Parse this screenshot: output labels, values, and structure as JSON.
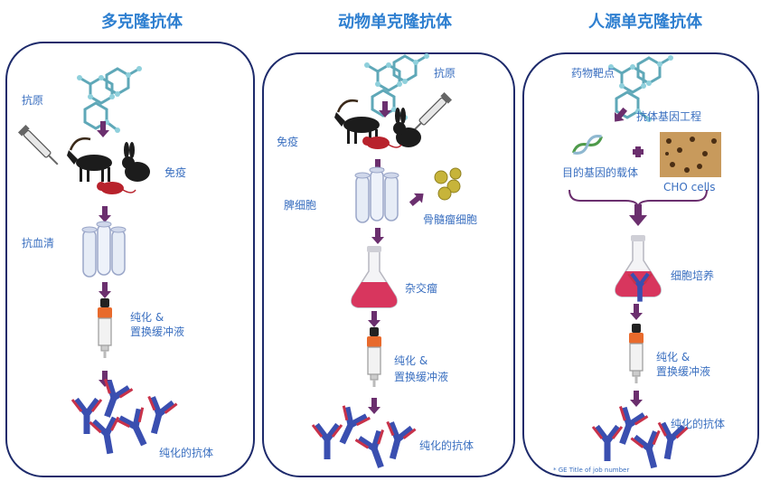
{
  "titles": {
    "col1": "多克隆抗体",
    "col2": "动物单克隆抗体",
    "col3": "人源单克隆抗体"
  },
  "col1": {
    "antigen": "抗原",
    "immunize": "免疫",
    "antiserum": "抗血清",
    "purify_line1": "纯化 &",
    "purify_line2": "置换缓冲液",
    "purified_antibody": "纯化的抗体"
  },
  "col2": {
    "antigen": "抗原",
    "immunize": "免疫",
    "spleen_cells": "脾细胞",
    "myeloma_cells": "骨髓瘤细胞",
    "hybridoma": "杂交瘤",
    "purify_line1": "纯化 &",
    "purify_line2": "置换缓冲液",
    "purified_antibody": "纯化的抗体"
  },
  "col3": {
    "drug_target": "药物靶点",
    "antibody_engineering": "抗体基因工程",
    "target_gene_vector": "目的基因的载体",
    "cho_cells": "CHO  cells",
    "cell_culture": "细胞培养",
    "purify_line1": "纯化 &",
    "purify_line2": "置换缓冲液",
    "purified_antibody": "纯化的抗体",
    "footnote": "* GE Title of job number"
  },
  "colors": {
    "panel_border": "#1d2a6b",
    "title": "#2e7fd0",
    "label": "#3a6fc0",
    "arrow": "#6b2f6e",
    "antibody_blue": "#3a4fb0",
    "antibody_red": "#c8324a",
    "flask_liquid": "#d8365e",
    "molecule": "#5fa8b8"
  }
}
